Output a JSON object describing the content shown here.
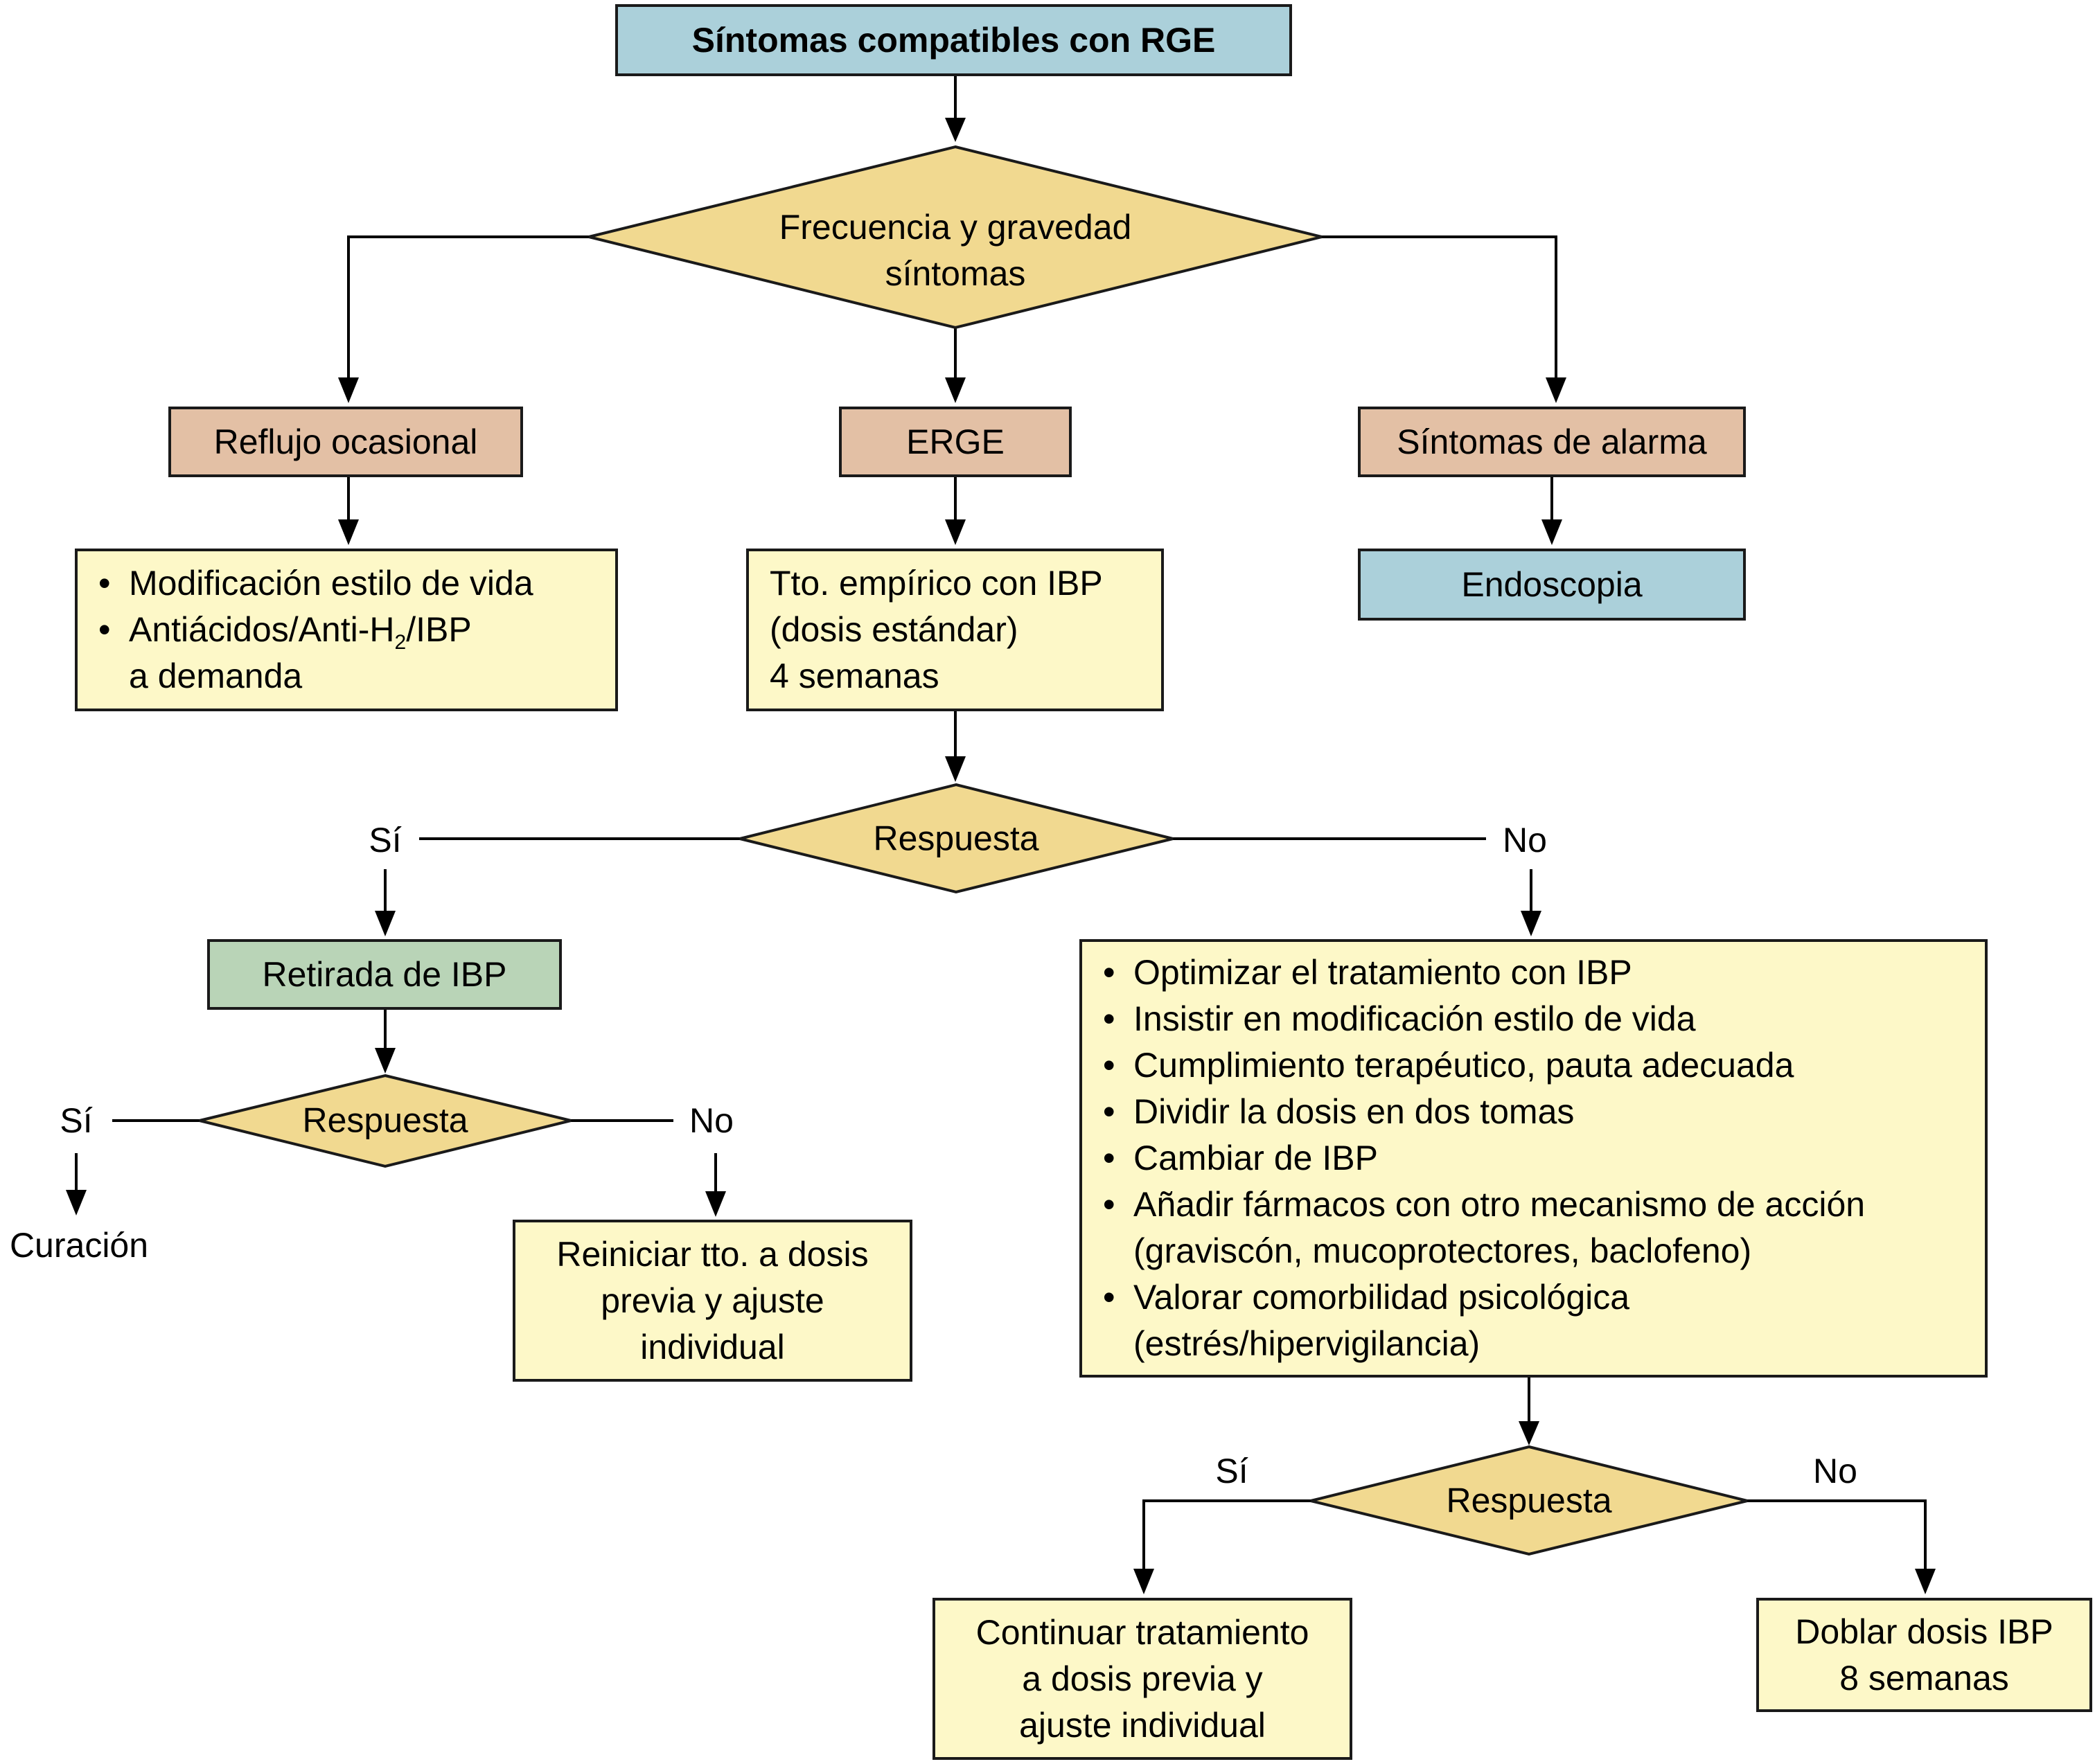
{
  "title": "Síntomas compatibles con RGE",
  "decision_main": {
    "line1": "Frecuencia y gravedad",
    "line2": "síntomas"
  },
  "branches": {
    "occasional": {
      "label": "Reflujo ocasional",
      "items": [
        "Modificación estilo de vida"
      ],
      "item2_prefix": "Antiácidos/Anti-H",
      "item2_sub": "2",
      "item2_suffix": "/IBP",
      "item2_cont": "a demanda"
    },
    "erge": {
      "label": "ERGE",
      "treatment": [
        "Tto. empírico con IBP",
        "(dosis estándar)",
        "4 semanas"
      ]
    },
    "alarm": {
      "label": "Síntomas de alarma",
      "action": "Endoscopia"
    }
  },
  "response_1": {
    "label": "Respuesta",
    "yes": "Sí",
    "no": "No",
    "yes_action": "Retirada de IBP",
    "no_actions": [
      "Optimizar el tratamiento con IBP",
      "Insistir en modificación estilo de vida",
      "Cumplimiento terapéutico, pauta adecuada",
      "Dividir la dosis en dos tomas",
      "Cambiar de IBP",
      "Añadir fármacos con otro mecanismo de acción",
      "(graviscón, mucoprotectores, baclofeno)",
      "Valorar comorbilidad psicológica",
      "(estrés/hipervigilancia)"
    ]
  },
  "response_2": {
    "label": "Respuesta",
    "yes": "Sí",
    "no": "No",
    "yes_result": "Curación",
    "no_action": [
      "Reiniciar tto. a dosis",
      "previa y ajuste",
      "individual"
    ]
  },
  "response_3": {
    "label": "Respuesta",
    "yes": "Sí",
    "no": "No",
    "yes_action": [
      "Continuar tratamiento",
      "a dosis previa y",
      "ajuste individual"
    ],
    "no_action": [
      "Doblar dosis IBP",
      "8 semanas"
    ]
  },
  "colors": {
    "start": "#abd0da",
    "category": "#e3c0a5",
    "action": "#fdf8c8",
    "withdraw": "#b9d4b7",
    "decision": "#f1d990",
    "line": "#1a1a1a"
  }
}
